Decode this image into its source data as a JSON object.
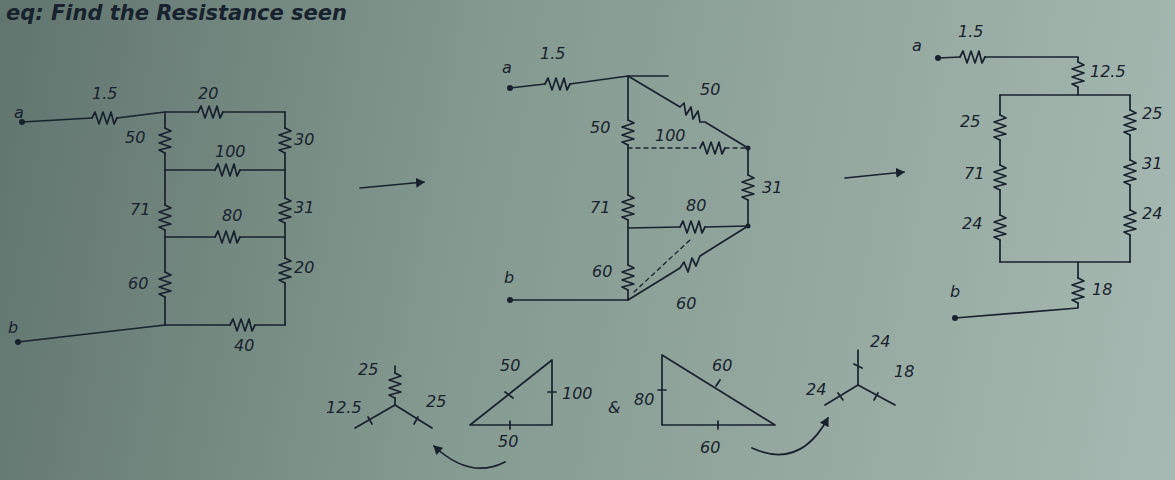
{
  "diagram": {
    "title": "eq: Find the Resistance seen",
    "labels": [
      "a",
      "1.5",
      "20",
      "50",
      "100",
      "30",
      "71",
      "80",
      "31",
      "60",
      "20",
      "b",
      "40",
      "a",
      "1.5",
      "50",
      "50",
      "100",
      "71",
      "80",
      "31",
      "b",
      "60",
      "60",
      "a",
      "1.5",
      "12.5",
      "25",
      "25",
      "71",
      "31",
      "24",
      "24",
      "b",
      "18",
      "25",
      "12.5",
      "25",
      "50",
      "100",
      "50",
      "&",
      "80",
      "60",
      "60",
      "24",
      "24",
      "18"
    ]
  }
}
